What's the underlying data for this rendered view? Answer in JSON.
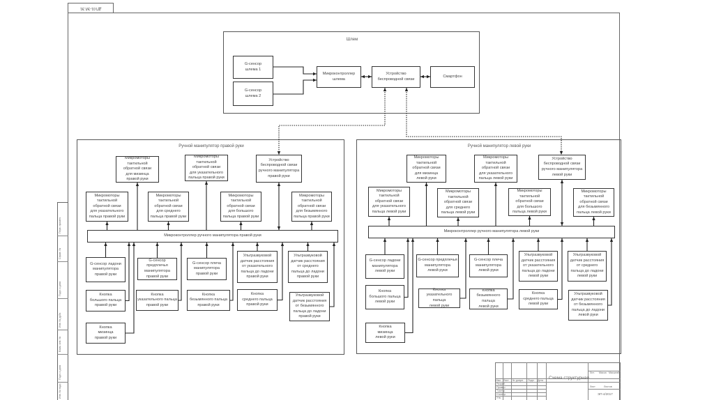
{
  "stamp": {
    "code": "ДП.01-ЭЛ.Э1"
  },
  "helmet": {
    "title": "Шлем",
    "g_sensor_1": "G-сенсор\nшлема 1",
    "g_sensor_2": "G-сенсор\nшлема 2",
    "mcu": "Микроконтроллер\nшлема",
    "wireless": "Устройство\nбеспроводной связи",
    "smartphone": "Смартфон"
  },
  "right_hand": {
    "title": "Ручной манипулятор правой руки",
    "tactile_pinky": "Микромоторы\nтактильной\nобратной связи\nдля мизинца\nправой руки",
    "tactile_index_top": "Микромоторы\nтактильной\nобратной связи\nдля указательного\nпальца правой руки",
    "wireless": "Устройство\nбеспроводной связи\nручного манипулятора\nправой руки",
    "tactile_index": "Микромоторы\nтактильной\nобратной связи\nдля указательного\nпальца правой руки",
    "tactile_middle": "Микромоторы\nтактильной\nобратной связи\nдля среднего\nпальца правой руки",
    "tactile_thumb": "Микромоторы\nтактильной\nобратной связи\nдля большого\nпальца правой руки",
    "tactile_ring": "Микромоторы\nтактильной\nобратной связи\nдля безымянного\nпальца правой руки",
    "mcu": "Микроконтроллер ручного манипулятора правой руки",
    "g_palm": "G-сенсор ладони\nманипулятора\nправой руки",
    "g_forearm": "G-сенсор предплечья\nманипулятора\nправой руки",
    "g_shoulder": "G-сенсор плеча\nманипулятора\nправой руки",
    "us_index": "Ультразвуковой\nдатчик расстояния\nот указательного\nпальца до ладони\nправой руки",
    "us_middle": "Ультразвуковой\nдатчик расстояния\nот среднего\nпальца до ладони\nправой руки",
    "btn_thumb": "Кнопка\nбольшого пальца\nправой руки",
    "btn_index": "Кнопка\nуказательного пальца\nправой руки",
    "btn_ring": "Кнопка\nбезымянного пальца\nправой руки",
    "btn_middle": "Кнопка\nсреднего пальца\nправой руки",
    "us_ring": "Ультразвуковой\nдатчик расстояния\nот безымянного\nпальца до ладони\nправой руки",
    "btn_pinky": "Кнопка\nмизинца\nправой руки"
  },
  "left_hand": {
    "title": "Ручной манипулятор левой руки",
    "tactile_pinky": "Микромоторы\nтактильной\nобратной связи\nдля мизинца\nлевой руки",
    "tactile_index_top": "Микромоторы\nтактильной\nобратной связи\nдля указательного\nпальца левой руки",
    "wireless": "Устройство\nбеспроводной связи\nручного манипулятора\nлевой руки",
    "tactile_index": "Микромоторы\nтактильной\nобратной связи\nдля указательного\nпальца левой руки",
    "tactile_middle": "Микромоторы\nтактильной\nобратной связи\nдля среднего\nпальца левой руки",
    "tactile_thumb": "Микромоторы\nтактильной\nобратной связи\nдля большого\nпальца левой руки",
    "tactile_ring": "Микромоторы\nтактильной\nобратной связи\nдля безымянного\nпальца левой руки",
    "mcu": "Микроконтроллер ручного манипулятора левой руки",
    "g_palm": "G-сенсор ладони\nманипулятора\nлевой руки",
    "g_forearm": "G-сенсор предплечья\nманипулятора\nлевой руки",
    "g_shoulder": "G-сенсор плеча\nманипулятора\nлевой руки",
    "us_index": "Ультразвуковой\nдатчик расстояния\nот указательного\nпальца до ладони\nлевой руки",
    "us_middle": "Ультразвуковой\nдатчик расстояния\nот среднего\nпальца до ладони\nлевой руки",
    "btn_thumb": "Кнопка\nбольшого пальца\nлевой руки",
    "btn_index": "Кнопка\nуказательного пальца\nлевой руки",
    "btn_ring": "Кнопка\nбезымянного пальца\nлевой руки",
    "btn_middle": "Кнопка\nсреднего пальца\nлевой руки",
    "us_ring": "Ультразвуковой\nдатчик расстояния\nот безымянного\nпальца до ладони\nлевой руки",
    "btn_pinky": "Кнопка\nмизинца\nлевой руки"
  },
  "title_block": {
    "drawing_title": "Схема структурная",
    "code": "ЭП-4/2017",
    "headers": [
      "Изм.",
      "Лист",
      "№ докум.",
      "Подп.",
      "Дата"
    ],
    "roles": [
      "Разраб.",
      "Провер.",
      "Т.контр.",
      "Н.контр.",
      "Утв."
    ],
    "lit": "Лит.",
    "mass": "Масса",
    "scale": "Масштаб",
    "sheet": "Лист",
    "sheets": "Листов"
  },
  "side_strip": [
    "Перв. примен.",
    "Справ. №",
    "Подп. и дата",
    "Инв. № дубл.",
    "Взам. инв. №",
    "Подп. и дата",
    "Инв. № подл."
  ]
}
